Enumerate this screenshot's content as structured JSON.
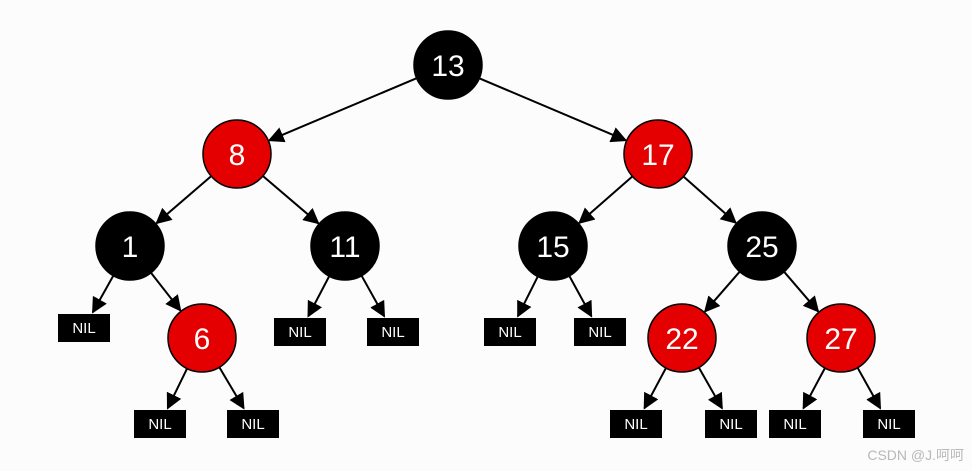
{
  "colors": {
    "black": "#000000",
    "red": "#e40000",
    "text": "#ffffff",
    "background": "#fcfcfc"
  },
  "nil_label": "NIL",
  "nodes": [
    {
      "id": "n13",
      "key": "13",
      "color": "black"
    },
    {
      "id": "n8",
      "key": "8",
      "color": "red"
    },
    {
      "id": "n17",
      "key": "17",
      "color": "red"
    },
    {
      "id": "n1",
      "key": "1",
      "color": "black"
    },
    {
      "id": "n11",
      "key": "11",
      "color": "black"
    },
    {
      "id": "n15",
      "key": "15",
      "color": "black"
    },
    {
      "id": "n25",
      "key": "25",
      "color": "black"
    },
    {
      "id": "n6",
      "key": "6",
      "color": "red"
    },
    {
      "id": "n22",
      "key": "22",
      "color": "red"
    },
    {
      "id": "n27",
      "key": "27",
      "color": "red"
    }
  ],
  "edges": [
    [
      "n13",
      "n8"
    ],
    [
      "n13",
      "n17"
    ],
    [
      "n8",
      "n1"
    ],
    [
      "n8",
      "n11"
    ],
    [
      "n17",
      "n15"
    ],
    [
      "n17",
      "n25"
    ],
    [
      "n1",
      "nil1"
    ],
    [
      "n1",
      "n6"
    ],
    [
      "n11",
      "nil2"
    ],
    [
      "n11",
      "nil3"
    ],
    [
      "n15",
      "nil4"
    ],
    [
      "n15",
      "nil5"
    ],
    [
      "n25",
      "n22"
    ],
    [
      "n25",
      "n27"
    ],
    [
      "n6",
      "nil6"
    ],
    [
      "n6",
      "nil7"
    ],
    [
      "n22",
      "nil8"
    ],
    [
      "n22",
      "nil9"
    ],
    [
      "n27",
      "nil10"
    ],
    [
      "n27",
      "nil11"
    ]
  ],
  "watermark": "CSDN @J.呵呵"
}
